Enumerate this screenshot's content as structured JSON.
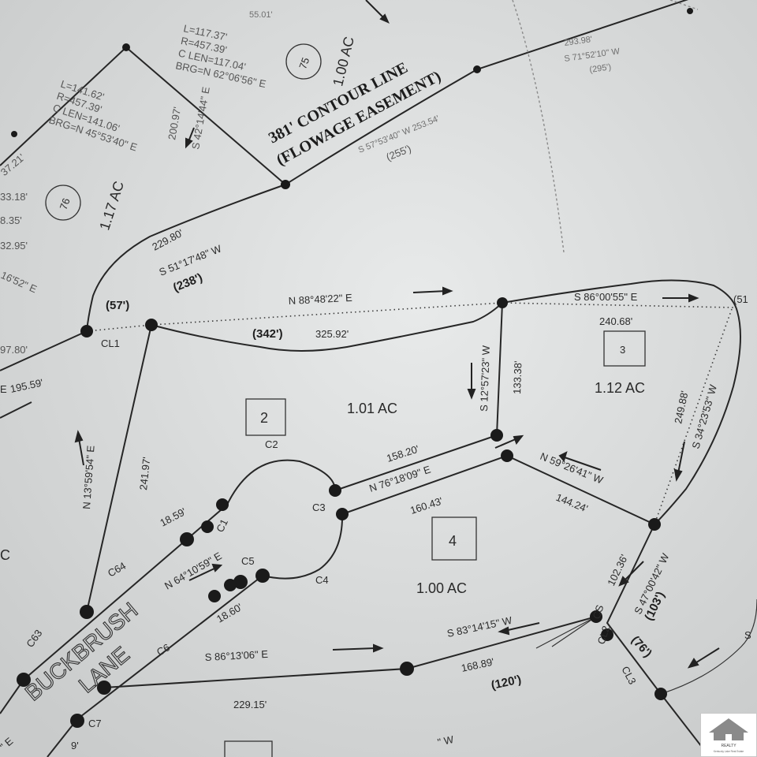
{
  "parcels": {
    "p2": {
      "number": "2",
      "area": "1.01 AC"
    },
    "p3": {
      "number": "3",
      "area": "1.12 AC"
    },
    "p4": {
      "number": "4",
      "area": "1.00 AC"
    },
    "p75": {
      "number": "75",
      "area": "1.00 AC"
    },
    "p76": {
      "number": "76",
      "area": "1.17 AC"
    }
  },
  "easement": {
    "line1": "381' CONTOUR LINE",
    "line2": "(FLOWAGE EASEMENT)"
  },
  "street": {
    "line1": "BUCKBRUSH",
    "line2": "LANE"
  },
  "curve_76": {
    "l": "L=141.62'",
    "r": "R=457.39'",
    "clen": "C LEN=141.06'",
    "brg": "BRG=N 45°53'40\" E"
  },
  "curve_75": {
    "l": "L=117.37'",
    "r": "R=457.39'",
    "clen": "C LEN=117.04'",
    "brg": "BRG=N 62°06'56\" E"
  },
  "labels": {
    "b1": "N 88°48'22\" E",
    "b2": "(342')",
    "b3": "325.92'",
    "b4": "S 86°00'55\" E",
    "b5": "240.68'",
    "b6": "S 12°57'23\" W",
    "b7": "133.38'",
    "b8": "158.20'",
    "b9": "N 76°18'09\" E",
    "b10": "160.43'",
    "b11": "N 59°26'41\" W",
    "b12": "144.24'",
    "b13": "249.88'",
    "b14": "S 34°23'53\" W",
    "b15": "102.36'",
    "b16": "S 47°00'42\" W",
    "b17": "(103')",
    "b18": "(76')",
    "b19": "S 83°14'15\" W",
    "b20": "168.89'",
    "b21": "(120')",
    "b22": "S 86°13'06\" E",
    "b23": "229.15'",
    "b24": "N 13°59'54\" E",
    "b25": "241.97'",
    "b26": "18.59'",
    "b27": "N 64°10'59\" E",
    "b28": "18.60'",
    "b29": "229.80'",
    "b30": "S 51°17'48\" W",
    "b31": "(238')",
    "b32": "(57')",
    "b33": "S 42°14'44\" E",
    "b34": "200.97'",
    "b35": "S 57°53'40\" W  253.54'",
    "b36": "(255')",
    "b37": "S 71°52'10\" W",
    "b38": "(295')",
    "b39": "293.98'",
    "b40": "195.59'",
    "b41": "97.80'",
    "b42": "55.01'",
    "b43": "37.21'",
    "b44": "33.18'",
    "b45": "8.35'",
    "b46": "32.95'",
    "b47": "16'52\" E",
    "b48": "(51",
    "c1": "C1",
    "c2": "C2",
    "c3": "C3",
    "c4": "C4",
    "c5": "C5",
    "c6": "C6",
    "c7": "C7",
    "c63": "C63",
    "c64": "C64",
    "cl1": "CL1",
    "cl2": "CL2",
    "cl3": "CL3",
    "cs": "CS",
    "edge_c": "C",
    "edge_e": "E",
    "edge_e2": "\" E",
    "edge_w": "\" W",
    "edge_9": "9'",
    "edge_s": "S"
  },
  "logo": {
    "line1": "REALTY",
    "line2": "Kentucky Lake Real Estate"
  }
}
